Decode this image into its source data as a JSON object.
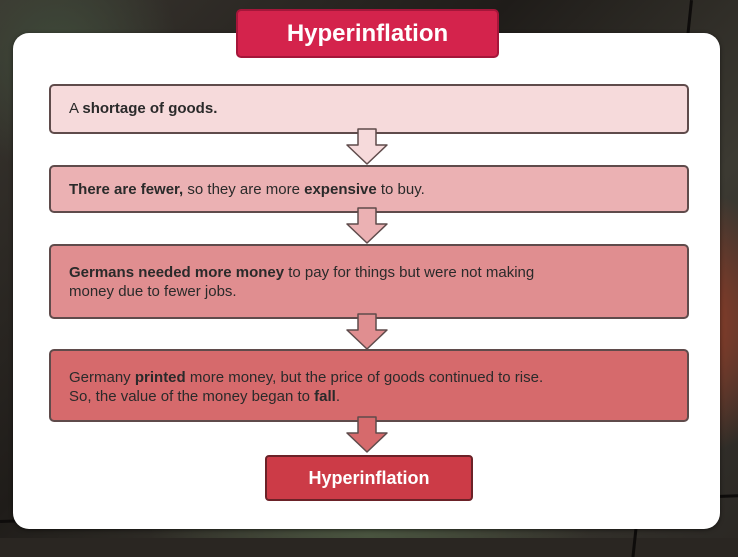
{
  "title": "Hyperinflation",
  "steps": [
    {
      "lines": [
        [
          {
            "text": "A ",
            "bold": false
          },
          {
            "text": "shortage of goods.",
            "bold": true
          }
        ]
      ]
    },
    {
      "lines": [
        [
          {
            "text": "There are fewer,",
            "bold": true
          },
          {
            "text": " so they are more ",
            "bold": false
          },
          {
            "text": "expensive",
            "bold": true
          },
          {
            "text": " to buy.",
            "bold": false
          }
        ]
      ]
    },
    {
      "lines": [
        [
          {
            "text": "Germans needed more money",
            "bold": true
          },
          {
            "text": " to pay for things but were not making",
            "bold": false
          }
        ],
        [
          {
            "text": "money due to fewer jobs.",
            "bold": false
          }
        ]
      ]
    },
    {
      "lines": [
        [
          {
            "text": "Germany ",
            "bold": false
          },
          {
            "text": "printed",
            "bold": true
          },
          {
            "text": " more money, but the price of goods continued to rise.",
            "bold": false
          }
        ],
        [
          {
            "text": "So, the value of the money began to ",
            "bold": false
          },
          {
            "text": "fall",
            "bold": true
          },
          {
            "text": ".",
            "bold": false
          }
        ]
      ]
    }
  ],
  "result": "Hyperinflation",
  "colors": {
    "accent": "#d4234c",
    "step_fills": [
      "#f6dadb",
      "#ebb1b3",
      "#e08e90",
      "#d66a6c"
    ],
    "arrow_fills": [
      "#f6dadb",
      "#ebb1b3",
      "#e08e90",
      "#d66a6c"
    ],
    "result_fill": "#cc3b47"
  }
}
